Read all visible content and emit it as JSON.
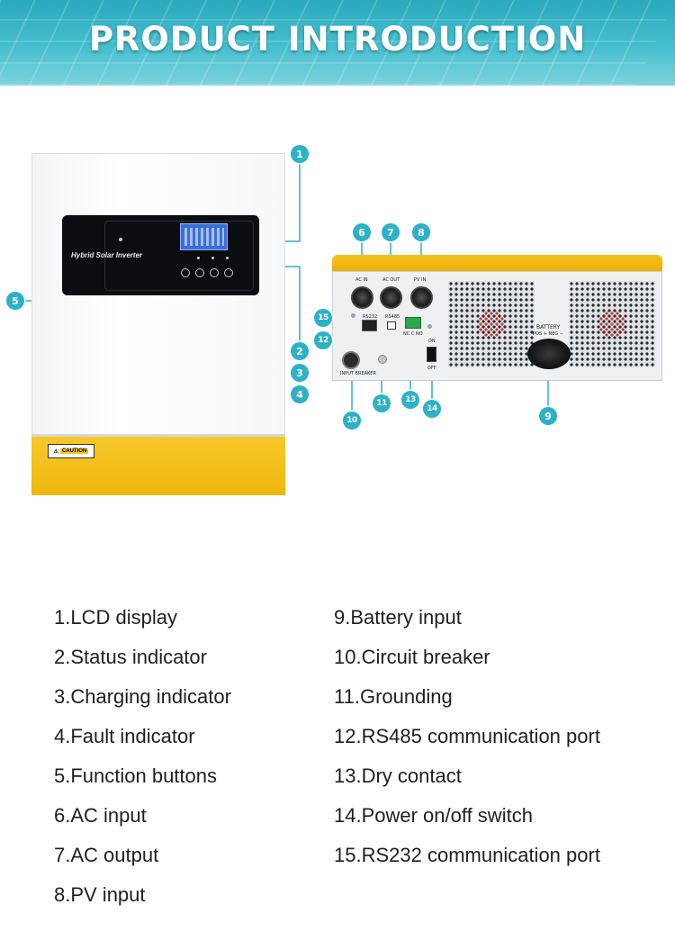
{
  "header": {
    "title": "PRODUCT INTRODUCTION",
    "background_color": "#35b4c6"
  },
  "front_unit": {
    "panel_label": "Hybrid Solar Inverter",
    "caution_label": "CAUTION",
    "body_color": "#ffffff",
    "base_color": "#f2bd18"
  },
  "back_unit": {
    "gland_labels": [
      "AC IN",
      "AC OUT",
      "PV IN"
    ],
    "rs232_label": "RS232",
    "rs485_label": "RS485",
    "dry_contact_label": "NC C NO",
    "breaker_label": "INPUT BREAKER",
    "switch_on_label": "ON",
    "switch_off_label": "OFF",
    "battery_label": "BATTERY",
    "battery_polarity_label": "POS + NEG −"
  },
  "callouts": [
    "1",
    "2",
    "3",
    "4",
    "5",
    "6",
    "7",
    "8",
    "9",
    "10",
    "11",
    "12",
    "13",
    "14",
    "15"
  ],
  "callout_color": "#2db1c6",
  "legend": {
    "left": [
      "1.LCD display",
      "2.Status indicator",
      "3.Charging indicator",
      "4.Fault indicator",
      "5.Function buttons",
      "6.AC input",
      "7.AC output",
      "8.PV input"
    ],
    "right": [
      "9.Battery input",
      "10.Circuit breaker",
      "11.Grounding",
      "12.RS485 communication port",
      "13.Dry contact",
      "14.Power on/off switch",
      "15.RS232 communication port"
    ]
  }
}
